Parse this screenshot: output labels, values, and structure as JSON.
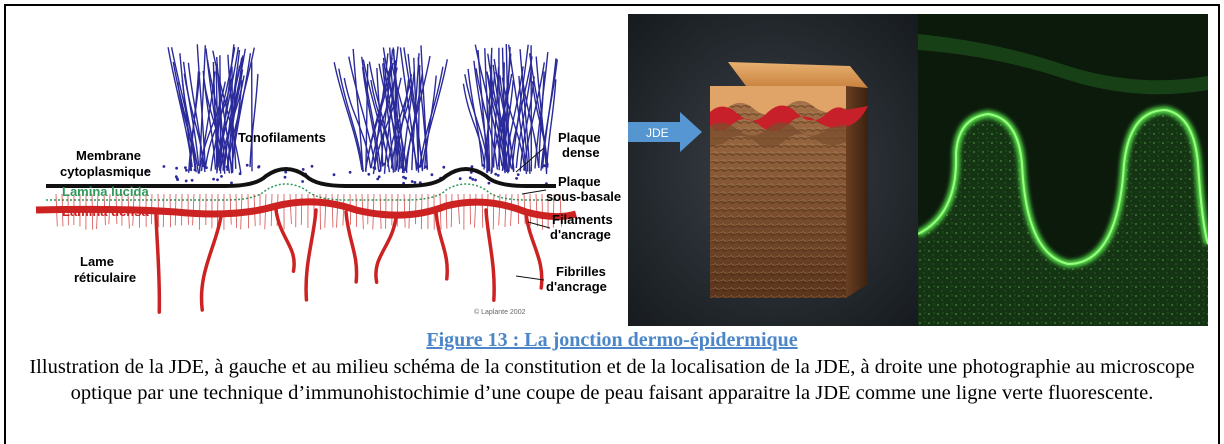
{
  "left_figure": {
    "labels": {
      "tonofilaments": "Tonofilaments",
      "membrane_1": "Membrane",
      "membrane_2": "cytoplasmique",
      "lamina_lucida": "Lamina lucida",
      "lamina_densa": "Lamina densa",
      "lame_1": "Lame",
      "lame_2": "réticulaire",
      "plaque_dense_1": "Plaque",
      "plaque_dense_2": "dense",
      "plaque_sb_1": "Plaque",
      "plaque_sb_2": "sous-basale",
      "filaments_1": "Filaments",
      "filaments_2": "d'ancrage",
      "fibrilles_1": "Fibrilles",
      "fibrilles_2": "d'ancrage",
      "copyright": "© Laplante 2002"
    },
    "colors": {
      "filament": "#2a2a9a",
      "lucida": "#2e9a5a",
      "densa": "#cc2222",
      "membrane": "#111111"
    }
  },
  "middle_figure": {
    "arrow_label": "JDE",
    "arrow_color": "#5aa0e0"
  },
  "right_figure": {
    "fluorescence_color": "#55e04a"
  },
  "caption": {
    "title": "Figure 13 : La jonction dermo-épidermique",
    "text": "Illustration de la JDE, à gauche et au milieu schéma de la constitution et de la localisation de la JDE, à droite une photographie au microscope optique par une technique d’immunohistochimie d’une coupe de peau faisant apparaitre la JDE comme une ligne verte fluorescente."
  }
}
